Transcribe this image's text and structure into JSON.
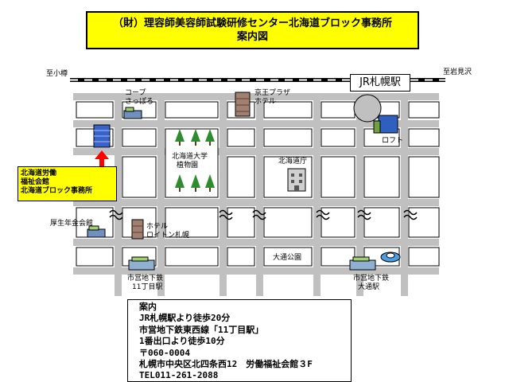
{
  "title": {
    "line1": "（財）理容師美容師試験研修センター北海道ブロック事務所",
    "line2": "案内図"
  },
  "map": {
    "direction_left": "至小樽",
    "direction_right": "至岩見沢",
    "station_jr": "JR札幌駅",
    "landmarks": {
      "coop_line1": "コープ",
      "coop_line2": "さっぽろ",
      "keio_line1": "京王プラザ",
      "keio_line2": "ホテル",
      "loft": "ロフト",
      "botanical_line1": "北海道大学",
      "botanical_line2": "植物園",
      "gov_office": "北海道庁",
      "pension_hall": "厚生年金会館",
      "hotel_line1": "ホテル",
      "hotel_line2": "ロイトン札幌",
      "odori_park": "大通公園",
      "subway_11_line1": "市営地下鉄",
      "subway_11_line2": "11丁目駅",
      "subway_odori_line1": "市営地下鉄",
      "subway_odori_line2": "大通駅"
    },
    "destination": {
      "line1": "北海道労働",
      "line2": "福祉会館",
      "line3": "北海道ブロック事務所"
    },
    "colors": {
      "title_bg": "#ffff00",
      "arrow": "#ff0000",
      "roads": "#c0c0c0",
      "tree": "#2e8b2e"
    }
  },
  "info": {
    "heading": "案内",
    "line1": "JR札幌駅より徒歩20分",
    "line2": "市営地下鉄東西線「11丁目駅」",
    "line3": "1番出口より徒歩10分",
    "line4": "〒060-0004",
    "line5": "札幌市中央区北四条西12　労働福祉会館３F",
    "line6": "TEL011-261-2088"
  }
}
